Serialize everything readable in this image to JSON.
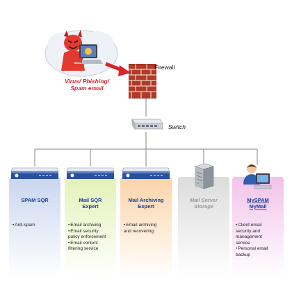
{
  "threat": {
    "label_lines": [
      "Virus/ Phishing/",
      "Spam email"
    ]
  },
  "firewall": {
    "label": "Firewall"
  },
  "switch": {
    "label": "Switch"
  },
  "panels": [
    {
      "title_lines": [
        "SPAM SQR"
      ],
      "title_color": "#1a3a9a",
      "bg_top": "#c9d5ef",
      "bg_bottom": "#ffffff",
      "items": [
        "Anti-spam"
      ]
    },
    {
      "title_lines": [
        "Mail SQR",
        "Expert"
      ],
      "title_color": "#1a3a9a",
      "bg_top": "#e3f2b6",
      "bg_bottom": "#ffffff",
      "items": [
        "Email archiving",
        "Email security",
        "policy enforcement",
        "Email content",
        "filtering service"
      ]
    },
    {
      "title_lines": [
        "Mail Archiving",
        "Expert"
      ],
      "title_color": "#1a3a9a",
      "bg_top": "#fbd3a8",
      "bg_bottom": "#ffffff",
      "items": [
        "Email archiving",
        "and recovering"
      ]
    },
    {
      "title_lines": [
        "Mail Server",
        "Storage"
      ],
      "title_color": "#9a9a9a",
      "bg_top": "#dcdcdc",
      "bg_bottom": "#ffffff",
      "items": []
    },
    {
      "title_lines": [
        "MySPAM",
        "MyMail"
      ],
      "title_color": "#1a3a9a",
      "bg_top": "#f2c2ea",
      "bg_bottom": "#ffffff",
      "items": [
        "Client email",
        "security and",
        "management",
        "service",
        "Personal email",
        "backup"
      ]
    }
  ],
  "colors": {
    "threat_red": "#d8242c",
    "line_gray": "#9a9a9a",
    "brick": "#b23a28"
  },
  "icons": [
    "devil-hacker-icon",
    "red-arrow-icon",
    "firewall-brick-icon",
    "network-switch-icon",
    "appliance-icon",
    "server-icon",
    "user-computer-icon"
  ]
}
